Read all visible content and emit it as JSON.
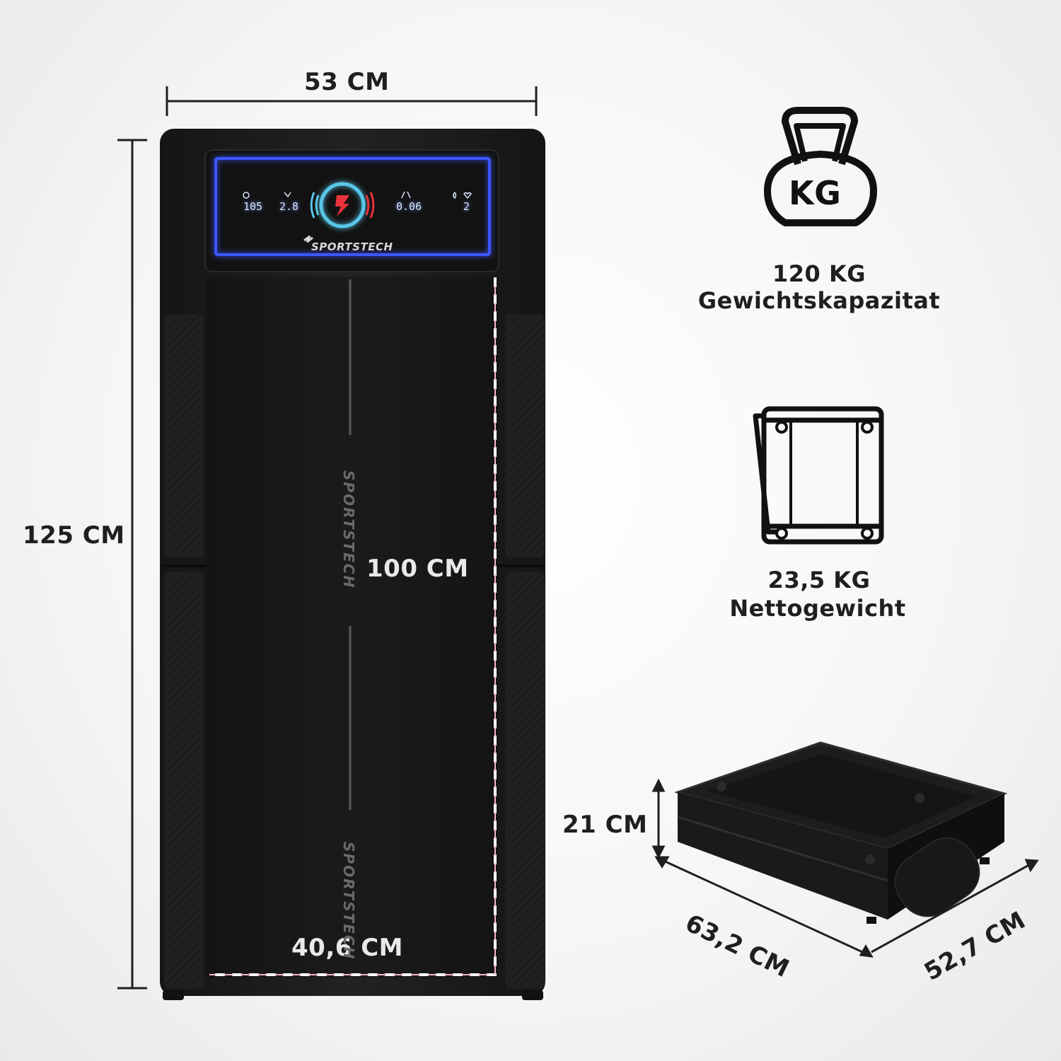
{
  "dimensions": {
    "width_top": "53 CM",
    "length_total": "125 CM",
    "belt_length": "100 CM",
    "belt_width": "40,6 CM",
    "folded_height": "21 CM",
    "folded_length": "63,2 CM",
    "folded_width": "52,7 CM"
  },
  "specs": {
    "capacity_value": "120 KG",
    "capacity_label": "Gewichtskapazitat",
    "kg_icon_text": "KG",
    "net_weight_value": "23,5 KG",
    "net_weight_label": "Nettogewicht"
  },
  "console": {
    "time": "105",
    "speed": "2.8",
    "distance": "0.06",
    "calories": "2",
    "brand": "SPORTSTECH"
  },
  "belt_brand": "SPORTSTECH",
  "colors": {
    "text": "#1f1f1f",
    "frame": "#1c1c1c",
    "belt": "#161616",
    "console_glow": "#3c56ff",
    "accent_red": "#e8323c",
    "accent_cyan": "#58c6e8",
    "dash_pink": "#f2b7c4"
  }
}
